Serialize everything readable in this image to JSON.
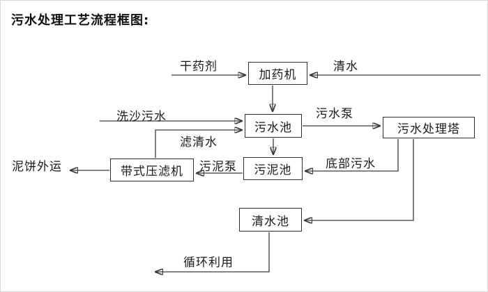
{
  "title": "污水处理工艺流程框图:",
  "diagram": {
    "nodes": {
      "dosing_machine": "加药机",
      "sewage_pool": "污水池",
      "sewage_treatment_tower": "污水处理塔",
      "sludge_pool": "污泥池",
      "belt_filter_press": "带式压滤机",
      "clear_water_pool": "清水池"
    },
    "flow_labels": {
      "dry_chemical": "干药剂",
      "clear_water": "清水",
      "sand_washing_sewage": "洗沙污水",
      "sewage_pump": "污水泵",
      "filtered_clear_water": "滤清水",
      "sludge_pump": "污泥泵",
      "bottom_sewage": "底部污水",
      "mud_cake_transport": "泥饼外运",
      "recycle_use": "循环利用"
    },
    "colors": {
      "line": "#3a3a3a",
      "text": "#1a1a1a",
      "background": "#ffffff"
    }
  }
}
